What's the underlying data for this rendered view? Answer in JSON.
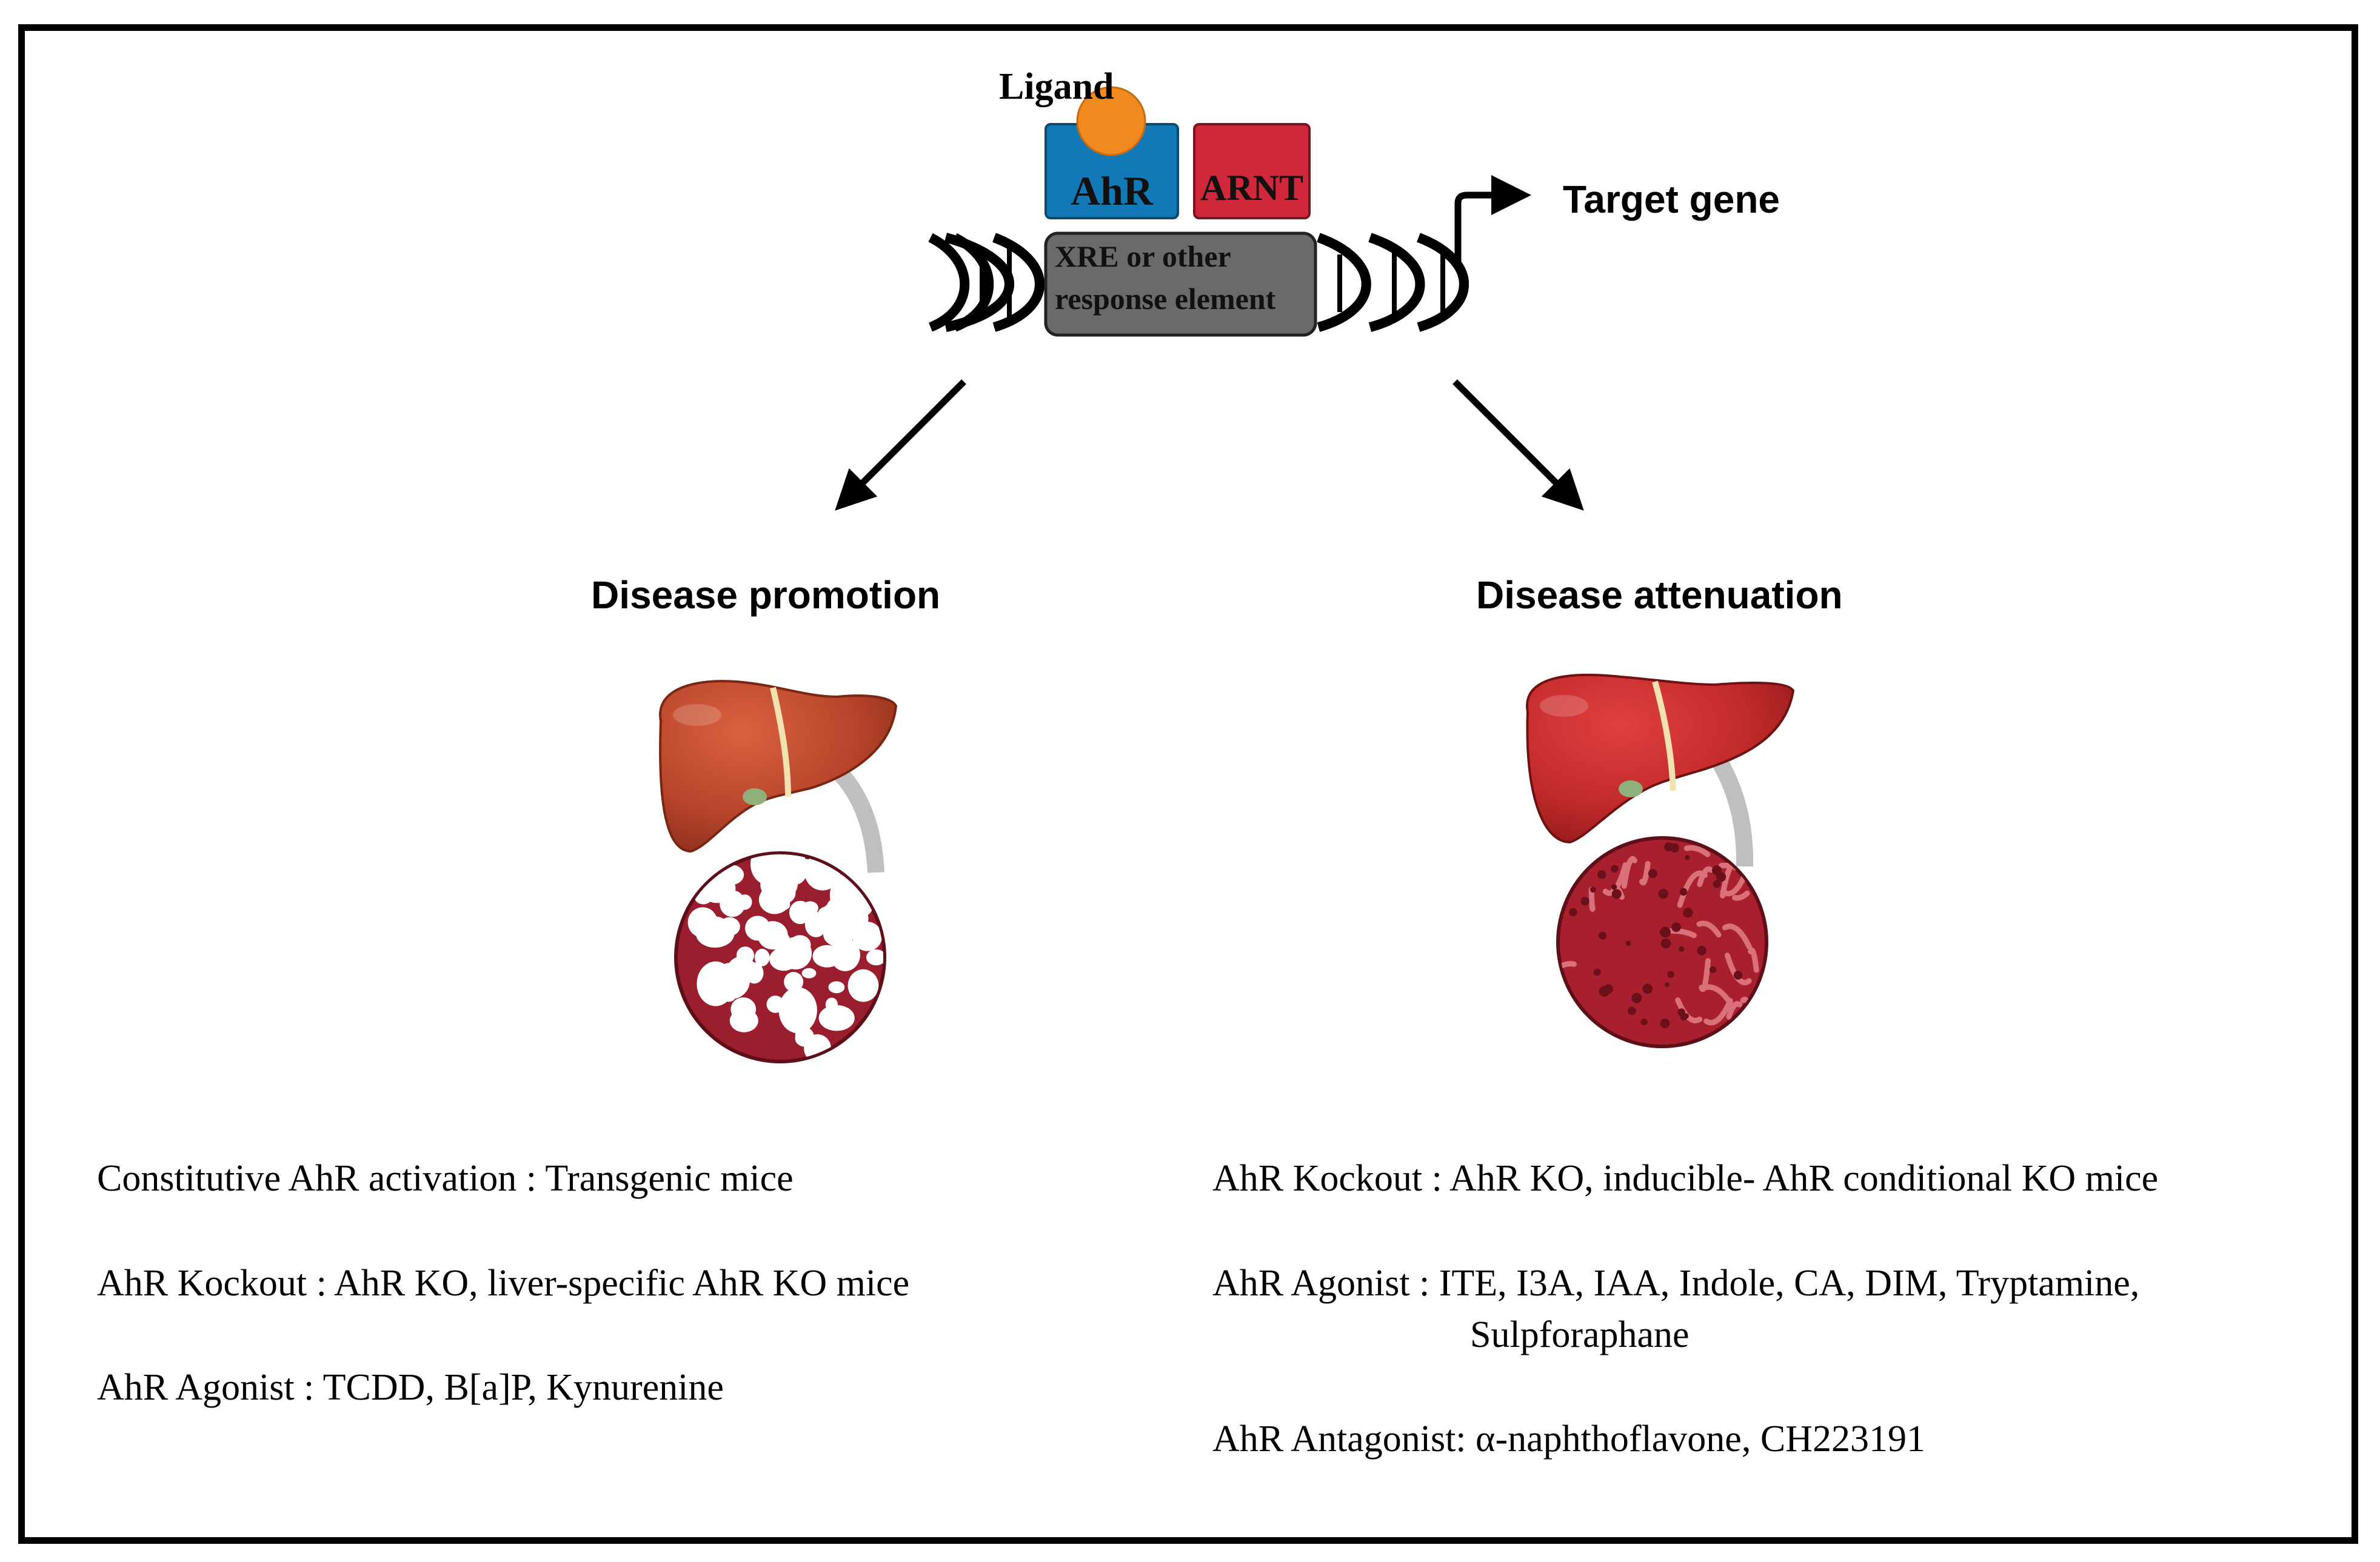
{
  "pathway": {
    "ligand": "Ligand",
    "ahr": "AhR",
    "arnt": "ARNT",
    "xre_line1": "XRE or other",
    "xre_line2": "response element",
    "target_gene": "Target gene"
  },
  "colors": {
    "ahr": "#1079b6",
    "arnt": "#d0273a",
    "ligand": "#f08a1e",
    "xre": "#6a6a6a",
    "liver_promotion": "#b8442a",
    "liver_attenuation": "#c22a2a",
    "tissue": "#9b1e2e"
  },
  "promotion": {
    "heading": "Disease promotion",
    "statements": [
      "Constitutive AhR activation : Transgenic mice",
      "AhR Kockout : AhR KO, liver-specific AhR KO mice",
      "AhR Agonist : TCDD, B[a]P, Kynurenine"
    ]
  },
  "attenuation": {
    "heading": "Disease attenuation",
    "statements": [
      "AhR Kockout :  AhR KO,  inducible- AhR conditional KO mice",
      "AhR Agonist : ITE, I3A, IAA, Indole, CA, DIM, Tryptamine,",
      "Sulpforaphane",
      "AhR Antagonist: α-naphthoflavone, CH223191"
    ]
  }
}
